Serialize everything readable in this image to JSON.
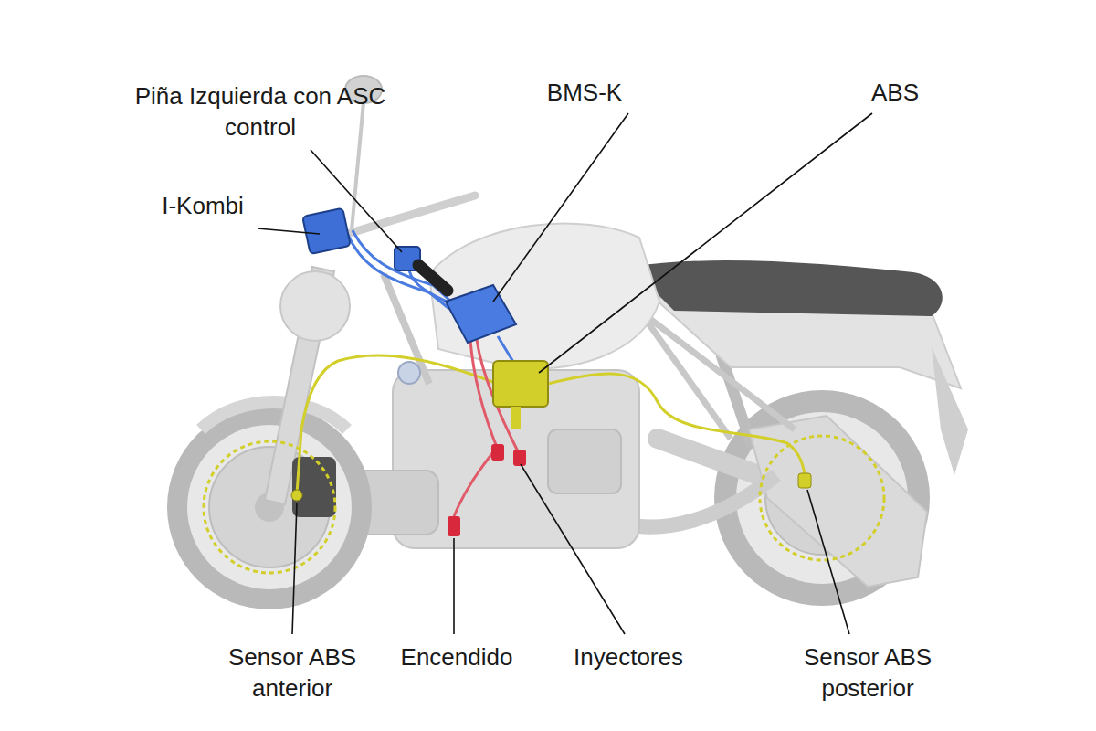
{
  "diagram": {
    "labels": [
      "Piña Izquierda con ASC control",
      "BMS-K",
      "ABS",
      "I-Kombi",
      "Sensor ABS anterior",
      "Encendido",
      "Inyectores",
      "Sensor ABS posterior"
    ]
  }
}
